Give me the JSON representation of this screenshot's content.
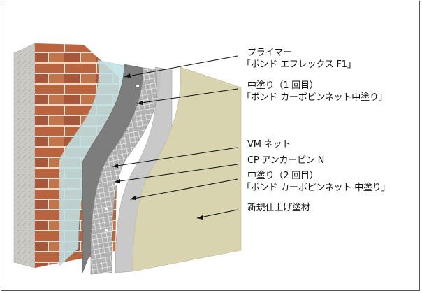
{
  "labels": {
    "primer_line1": "プライマー",
    "primer_line2": "「ボンド エフレックス F1」",
    "mid1_line1": "中塗り（1 回目）",
    "mid1_line2": "「ボンド カーボピンネット中塗り」",
    "vm_net": "VM ネット",
    "cp_anchor": "CP アンカーピン N",
    "mid2_line1": "中塗り（2 回目）",
    "mid2_line2": "「ボンド カーボピンネット 中塗り」",
    "finish": "新規仕上げ塗材"
  },
  "colors": {
    "frame": "#555555",
    "concrete": "#c9c7c2",
    "brick": "#b5643f",
    "mortar": "#e9ddcf",
    "primer": "#bfe0e3",
    "mid_coat": "#7c7c7c",
    "net": "#a7a7a7",
    "finish": "#d8d4b0",
    "leader": "#111111"
  }
}
